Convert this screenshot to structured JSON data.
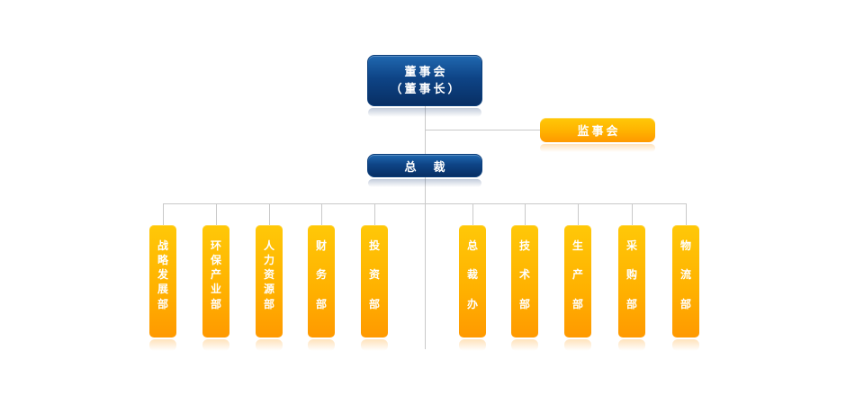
{
  "org_chart": {
    "nodes": {
      "board": {
        "line1": "董事会",
        "line2": "（董事长）"
      },
      "supervisory": {
        "label": "监事会"
      },
      "president": {
        "label": "总　裁"
      }
    },
    "departments": [
      {
        "label": "战略发展部"
      },
      {
        "label": "环保产业部"
      },
      {
        "label": "人力资源部"
      },
      {
        "label": "财务部"
      },
      {
        "label": "投资部"
      },
      {
        "label": "总裁办"
      },
      {
        "label": "技术部"
      },
      {
        "label": "生产部"
      },
      {
        "label": "采购部"
      },
      {
        "label": "物流部"
      }
    ],
    "colors": {
      "blue_top": "#2068b0",
      "blue_bottom": "#082f64",
      "orange_top": "#ffc808",
      "orange_bottom": "#ff9900",
      "connector_grey": "#c9c9c9",
      "label_white": "#ffffff"
    }
  }
}
